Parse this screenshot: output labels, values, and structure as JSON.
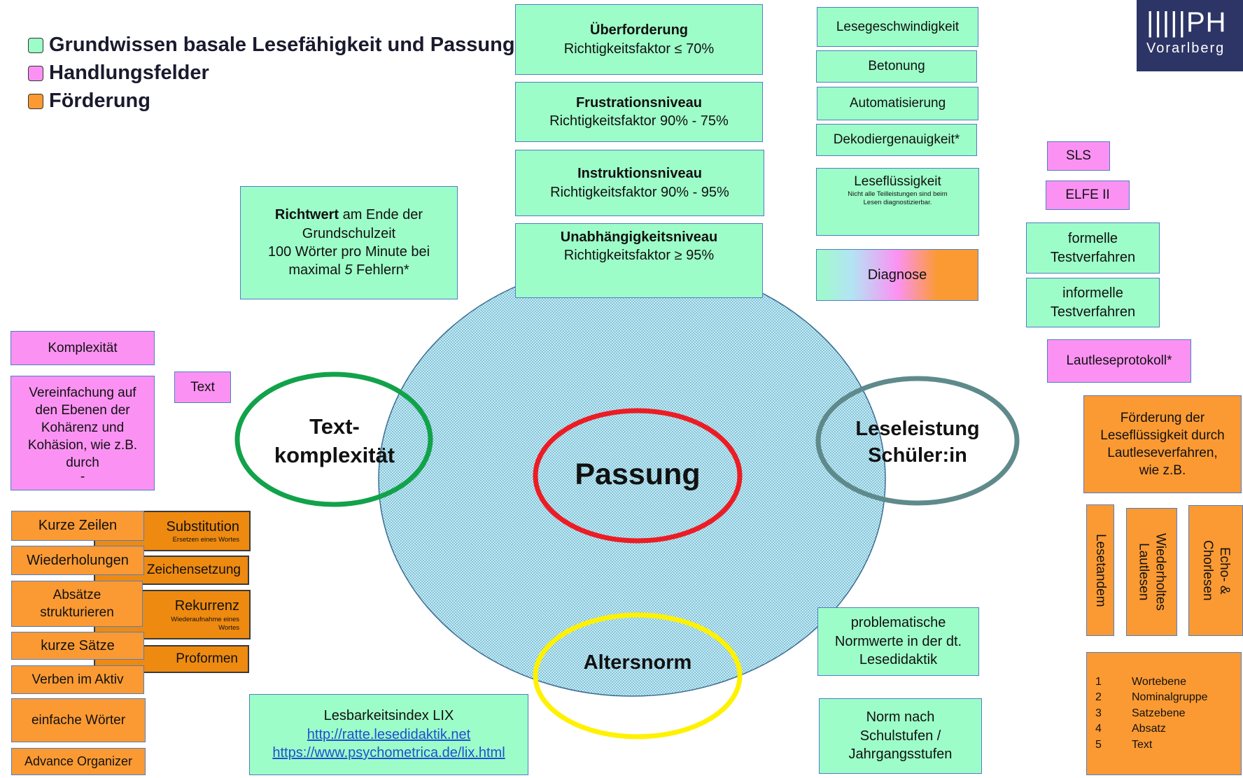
{
  "colors": {
    "grundwissen": "#9dfdc8",
    "handlungsfelder": "#fb92f3",
    "foerderung": "#fb9a33",
    "ellipse_text": "#12a24a",
    "ellipse_passung": "#ec1c24",
    "ellipse_leseleistung": "#5f8a8b",
    "ellipse_altersnorm": "#fff200",
    "circle_fill": "#b9e4ef"
  },
  "legend": [
    {
      "label": "Grundwissen basale Lesefähigkeit und Passung",
      "color": "#9dfdc8"
    },
    {
      "label": "Handlungsfelder",
      "color": "#fb92f3"
    },
    {
      "label": "Förderung",
      "color": "#fb9a33"
    }
  ],
  "logo": {
    "top": "|||||PH",
    "bottom": "Vorarlberg"
  },
  "center": {
    "passung": "Passung",
    "text_left": [
      "Text-",
      "komplexität"
    ],
    "text_right": [
      "Leseleistung",
      "Schüler:in"
    ],
    "altersnorm": "Altersnorm"
  },
  "niveaus": [
    {
      "title": "Überforderung",
      "sub": "Richtigkeitsfaktor ≤ 70%"
    },
    {
      "title": "Frustrationsniveau",
      "sub": "Richtigkeitsfaktor 90% - 75%"
    },
    {
      "title": "Instruktionsniveau",
      "sub": "Richtigkeitsfaktor 90% - 95%"
    },
    {
      "title": "Unabhängigkeitsniveau",
      "sub": "Richtigkeitsfaktor ≥ 95%"
    }
  ],
  "richtwert": {
    "bold": "Richtwert",
    "rest1": " am Ende der",
    "line2": "Grundschulzeit",
    "line3": "100 Wörter pro Minute bei",
    "line4a": "maximal ",
    "line4b": "5",
    "line4c": " Fehlern*"
  },
  "lese": {
    "lesegeschwindigkeit": "Lesegeschwindigkeit",
    "betonung": "Betonung",
    "automatisierung": "Automatisierung",
    "dekodier": "Dekodiergenauigkeit*",
    "leseflues_title": "Leseflüssigkeit",
    "leseflues_note1": "Nicht alle Teilleistungen sind beim",
    "leseflues_note2": "Lesen diagnostizierbar.",
    "diagnose": "Diagnose"
  },
  "tests": {
    "sls": "SLS",
    "elfe": "ELFE II",
    "formelle": [
      "formelle",
      "Testverfahren"
    ],
    "informelle": [
      "informelle",
      "Testverfahren"
    ],
    "lautlese": "Lautleseprotokoll*"
  },
  "foerderung_right": {
    "header": [
      "Förderung der",
      "Leseflüssigkeit durch",
      "Lautleseverfahren,",
      "wie z.B."
    ],
    "verfahren": [
      "Lesetandem",
      "Wiederholtes Lautlesen",
      "Echo- & Chorlesen"
    ],
    "ebenen": [
      {
        "n": "1",
        "label": "Wortebene"
      },
      {
        "n": "2",
        "label": "Nominalgruppe"
      },
      {
        "n": "3",
        "label": "Satzebene"
      },
      {
        "n": "4",
        "label": "Absatz"
      },
      {
        "n": "5",
        "label": "Text"
      }
    ]
  },
  "norm": {
    "problematisch": [
      "problematische",
      "Normwerte in der dt.",
      "Lesedidaktik"
    ],
    "schulstufen": [
      "Norm nach",
      "Schulstufen /",
      "Jahrgangsstufen"
    ]
  },
  "lix": {
    "title": "Lesbarkeitsindex LIX",
    "link1": "http://ratte.lesedidaktik.net",
    "link2": "https://www.psychometrica.de/lix.html"
  },
  "left": {
    "komplexitaet": "Komplexität",
    "text": "Text",
    "vereinfachung": [
      "Vereinfachung auf",
      "den Ebenen der",
      "Kohärenz und",
      "Kohäsion, wie z.B.",
      "durch",
      "-"
    ],
    "items": [
      "Kurze Zeilen",
      "Wiederholungen",
      "Absätze strukturieren",
      "kurze Sätze",
      "Verben im Aktiv",
      "einfache Wörter",
      "Advance Organizer"
    ],
    "substitution": "Substitution",
    "substitution_sub": "Ersetzen eines Wortes",
    "zeichensetzung": "Zeichensetzung",
    "rekurrenz": "Rekurrenz",
    "rekurrenz_sub1": "Wiederaufnahme eines",
    "rekurrenz_sub2": "Wortes",
    "proformen": "Proformen"
  }
}
